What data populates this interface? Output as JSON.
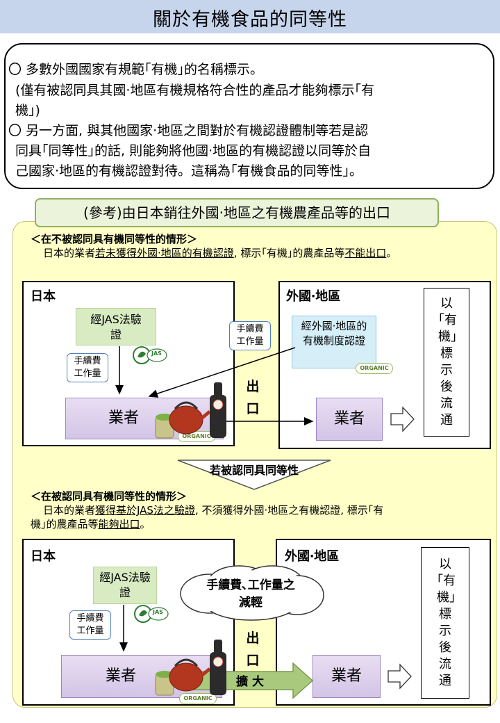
{
  "title": "關於有機食品的同等性",
  "intro": {
    "line1": "〇  多數外國國家有規範｢有機｣的名稱標示。",
    "line2": "(僅有被認同具其國‧地區有機規格符合性的產品才能夠標示｢有",
    "line3": "  機｣)",
    "line4": "〇  另一方面, 與其他國家‧地區之間對於有機認證體制等若是認",
    "line5": "  同具｢同等性｣的話, 則能夠將他國‧地區的有機認證以同等於自",
    "line6": "  己國家‧地區的有機認證對待。這稱為｢有機食品的同等性｣。"
  },
  "reference": {
    "label": "(參考)由日本銷往外國‧地區之有機農產品等的出口"
  },
  "case1": {
    "heading": "＜在不被認同具有機同等性的情形＞",
    "text_pre": "日本的業者",
    "text_u1": "若未獲得外國‧地區的有機認證",
    "text_mid": ", 標示｢有機｣的農產品等",
    "text_u2": "不能出口",
    "text_end": "。"
  },
  "case2": {
    "heading": "＜在被認同具有機同等性的情形＞",
    "line1_pre": "日本的業者",
    "line1_u": "獲得基於JAS法之驗證",
    "line1_end": ", 不須獲得外國‧地區之有機認證, 標示｢有",
    "line2_pre": "機｣的農產品等",
    "line2_u": "能夠出口",
    "line2_end": "。"
  },
  "transition": "若被認同具同等性",
  "labels": {
    "japan": "日本",
    "foreign": "外國‧地區",
    "jas_cert": "經JAS法驗證",
    "fee": "手續費工作量",
    "business": "業者",
    "foreign_cert": "經外國‧地區的有機制度認證",
    "export": "出口",
    "vertical": "以｢有機｣標示後流通",
    "cloud": "手續費､工作量之減輕",
    "expand": "擴  大",
    "organic": "ORGANIC",
    "jas_mark": "JAS"
  },
  "colors": {
    "title_bg": "#c6d5ec",
    "panel_bg": "#ffffc8",
    "tab_bg": "#ebf3db",
    "jas_bg": "#d8ebc3",
    "business_bg": "#d3c4e6",
    "foreign_cert_bg": "#d5eef8",
    "arrow_green": "#a9c97d"
  }
}
